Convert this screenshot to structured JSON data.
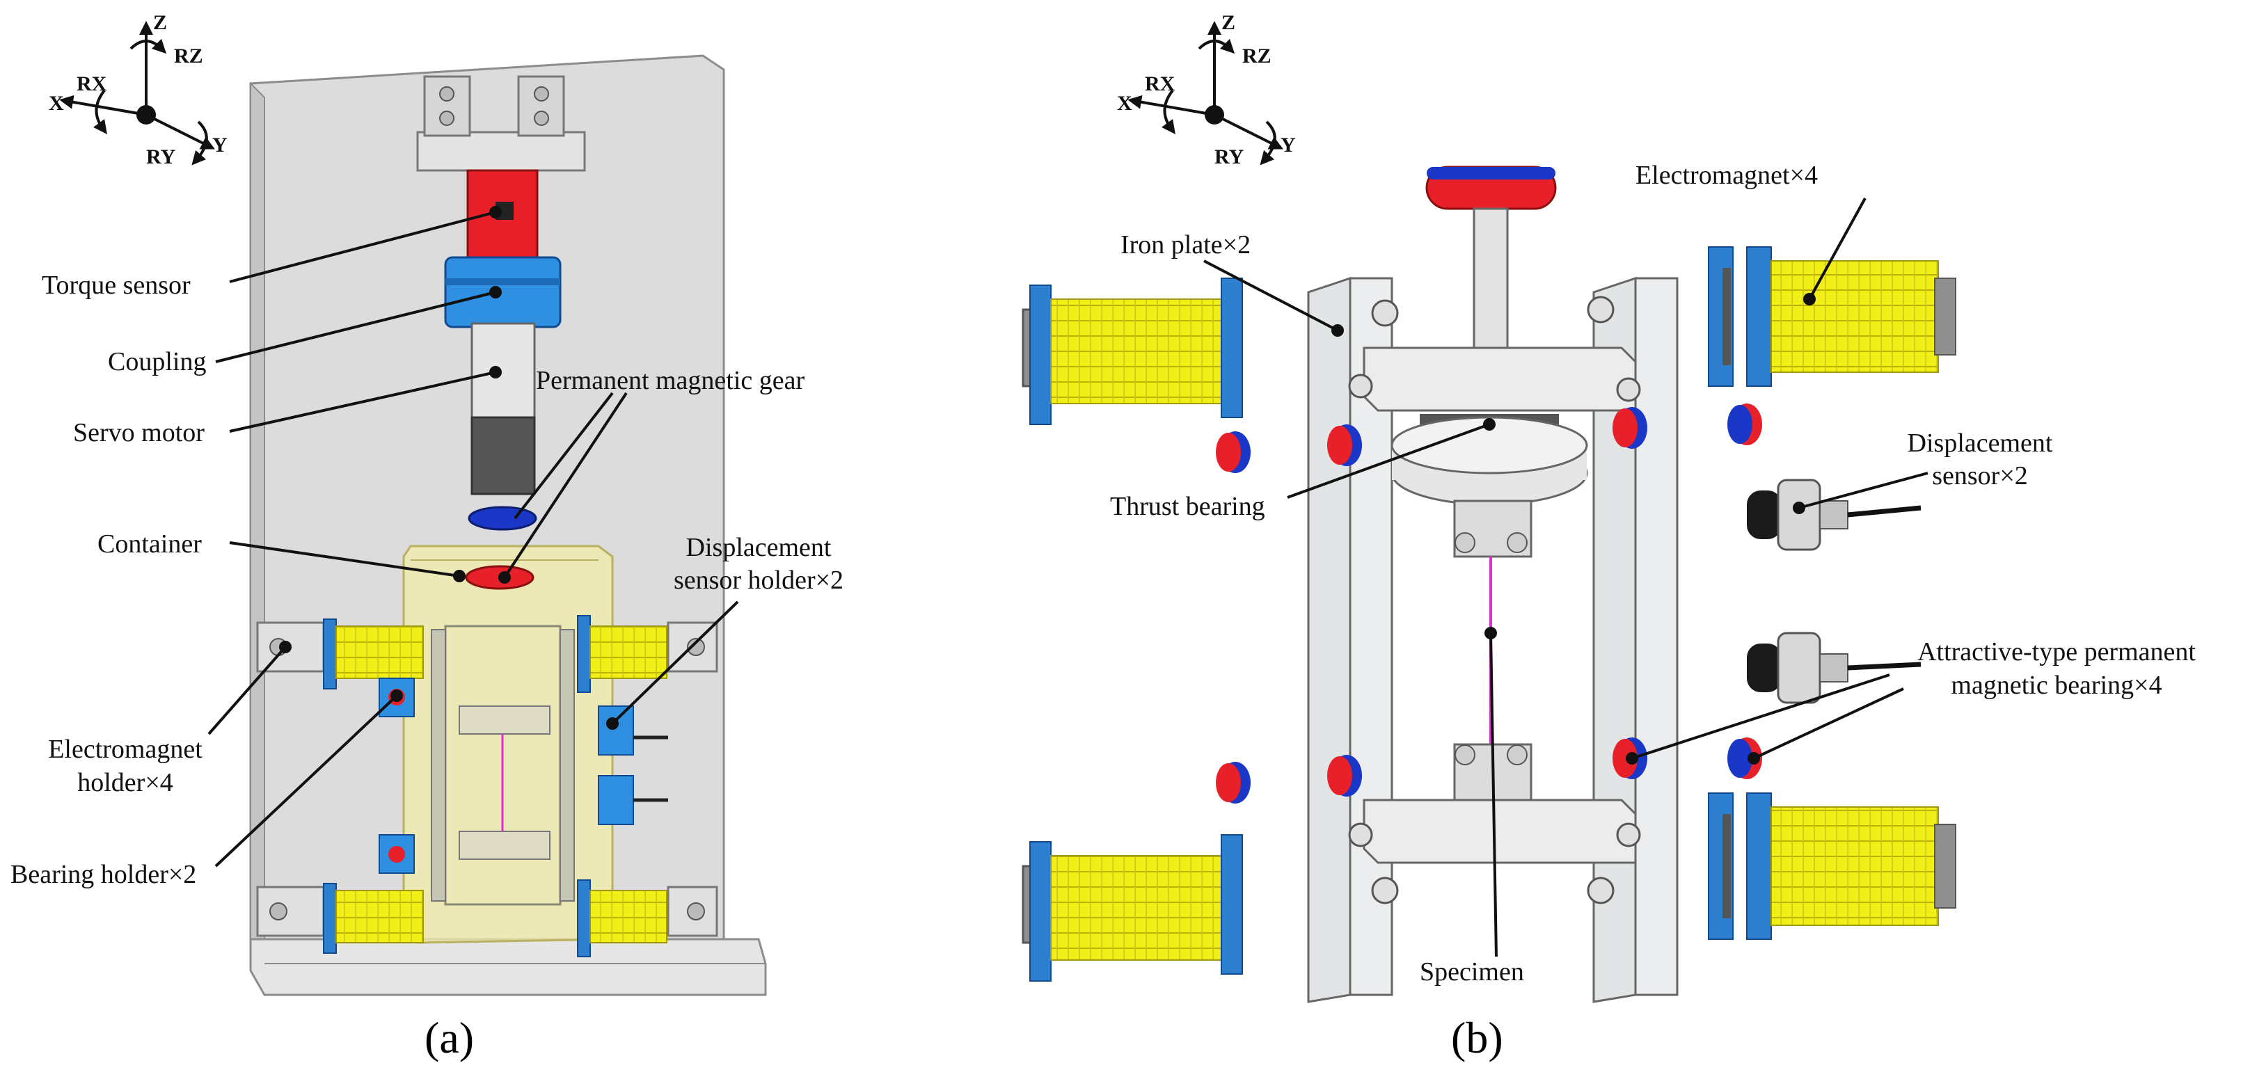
{
  "panel_a": {
    "caption": "(a)",
    "axes": {
      "z": "Z",
      "rz": "RZ",
      "x": "X",
      "rx": "RX",
      "y": "Y",
      "ry": "RY"
    },
    "labels": {
      "torque_sensor": "Torque sensor",
      "coupling": "Coupling",
      "servo_motor": "Servo motor",
      "permanent_magnetic_gear": "Permanent magnetic gear",
      "container": "Container",
      "displacement_sensor_holder_1": "Displacement",
      "displacement_sensor_holder_2": "sensor holder×2",
      "electromagnet_holder_1": "Electromagnet",
      "electromagnet_holder_2": "holder×4",
      "bearing_holder": "Bearing holder×2"
    }
  },
  "panel_b": {
    "caption": "(b)",
    "axes": {
      "z": "Z",
      "rz": "RZ",
      "x": "X",
      "rx": "RX",
      "y": "Y",
      "ry": "RY"
    },
    "labels": {
      "iron_plate": "Iron plate×2",
      "electromagnet": "Electromagnet×4",
      "thrust_bearing": "Thrust bearing",
      "displacement_sensor_1": "Displacement",
      "displacement_sensor_2": "sensor×2",
      "attractive_bearing_1": "Attractive-type permanent",
      "attractive_bearing_2": "magnetic bearing×4",
      "specimen": "Specimen"
    }
  },
  "colors": {
    "yellow_coil": "#f2ef18",
    "blue_plate": "#2f7fd0",
    "red": "#e8202a",
    "grey": "#9a9a9a",
    "container_yellow": "#f3eeaa",
    "magenta_specimen": "#e030d0"
  }
}
